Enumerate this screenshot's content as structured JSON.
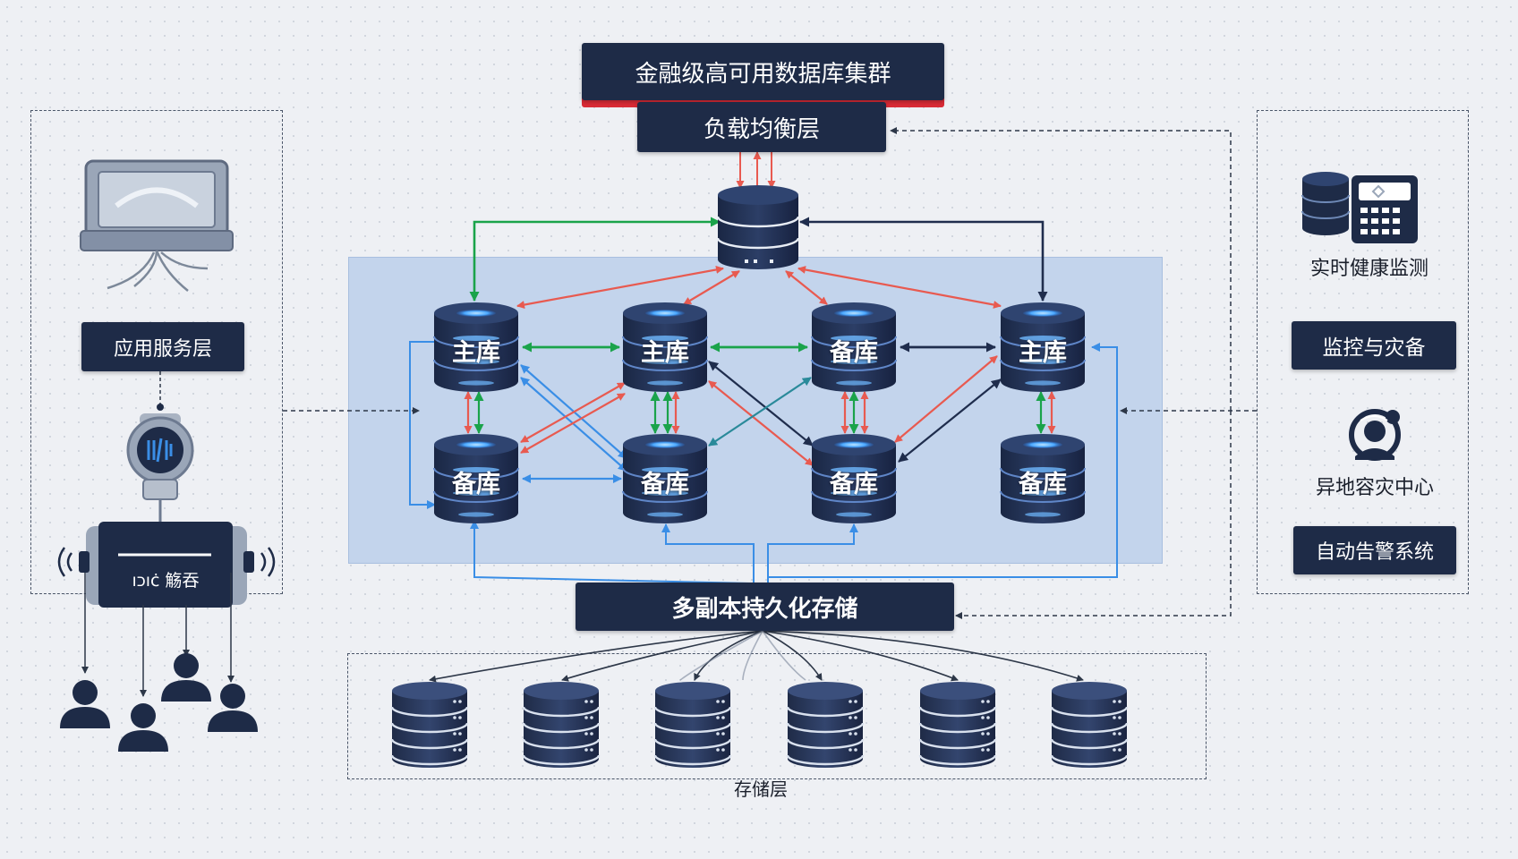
{
  "title": "金融级高可用数据库集群",
  "load_balancer": "负载均衡层",
  "app_layer": "应用服务层",
  "gateway_text": "ıכıċ 觞吞",
  "storage_main": "多副本持久化存储",
  "storage_layer": "存储层",
  "right_panel": {
    "health": "实时健康监测",
    "monitor": "监控与灾备",
    "dr_center": "异地容灾中心",
    "alert": "自动告警系统"
  },
  "nodes": {
    "top_row": [
      "主库",
      "主库",
      "备库",
      "主库"
    ],
    "bottom_row": [
      "备库",
      "备库",
      "备库",
      "备库"
    ]
  },
  "icons": {
    "workstation": "workstation-icon",
    "router": "router-icon",
    "gateway": "gateway-device-icon",
    "users": "user-group-icon",
    "monitor": "monitor-dashboard-icon",
    "dr": "disaster-recovery-icon",
    "server": "server-stack-icon"
  },
  "colors": {
    "navy": "#1e2b47",
    "red_arrow": "#e85a50",
    "green_arrow": "#1aa34a",
    "blue_arrow": "#3a8ee6",
    "dark_arrow": "#1f2d4d",
    "teal_arrow": "#2a8a9a",
    "cluster_bg": "#c3d4ec"
  }
}
